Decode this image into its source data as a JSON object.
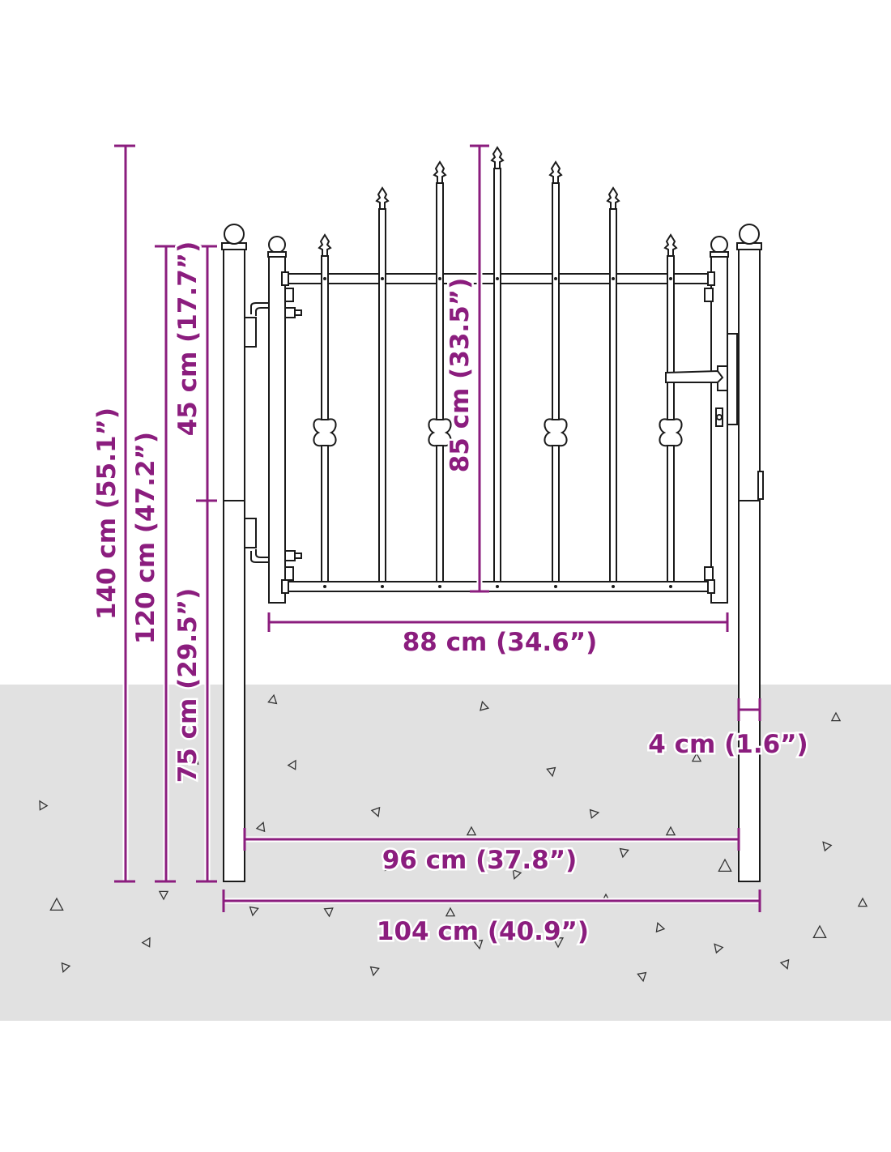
{
  "colors": {
    "dimension": "#8b1d7e",
    "ground": "#e1e1e1",
    "outline": "#1a1a1a",
    "background": "#ffffff"
  },
  "labels": {
    "total_height": "140 cm (55.1”)",
    "gate_height": "120 cm (47.2”)",
    "upper_section": "45 cm (17.7”)",
    "lower_section": "75 cm (29.5”)",
    "panel_height": "85 cm (33.5”)",
    "gate_width": "88 cm (34.6”)",
    "post_width": "4 cm (1.6”)",
    "opening_width": "96 cm (37.8”)",
    "total_width": "104 cm (40.9”)"
  },
  "icons": [
    "ball-finial-icon",
    "spear-finial-icon",
    "hinge-icon",
    "lever-handle-icon",
    "lock-cylinder-icon",
    "gravel-icon"
  ]
}
